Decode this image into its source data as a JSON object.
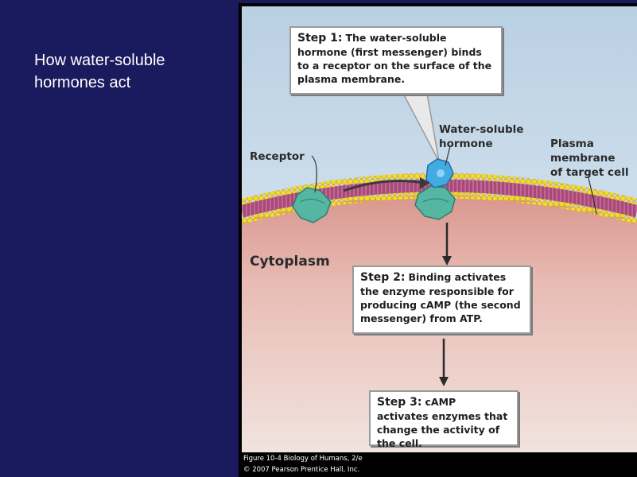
{
  "slide": {
    "title_line1": "How water-soluble",
    "title_line2": "hormones act"
  },
  "diagram": {
    "step1": {
      "label": "Step 1:",
      "text": "The water-soluble hormone (first messenger) binds to a receptor on the surface of the plasma membrane."
    },
    "step2": {
      "label": "Step 2:",
      "text": "Binding activates the enzyme responsible for producing cAMP (the second messenger) from ATP."
    },
    "step3": {
      "label": "Step 3:",
      "text": "cAMP activates enzymes that change the activity of the cell."
    },
    "labels": {
      "receptor": "Receptor",
      "hormone_line1": "Water-soluble",
      "hormone_line2": "hormone",
      "membrane_line1": "Plasma",
      "membrane_line2": "membrane",
      "membrane_line3": "of target cell",
      "cytoplasm": "Cytoplasm"
    },
    "colors": {
      "background_outside": "#cfe0ee",
      "cytoplasm": "#e4b0a8",
      "membrane_heads": "#f2d832",
      "membrane_tails": "#b0507a",
      "receptor": "#52b5a0",
      "hormone": "#42a9e0"
    }
  },
  "caption": {
    "line1": "Figure 10-4  Biology of Humans, 2/e",
    "line2": "© 2007 Pearson Prentice Hall, Inc."
  }
}
